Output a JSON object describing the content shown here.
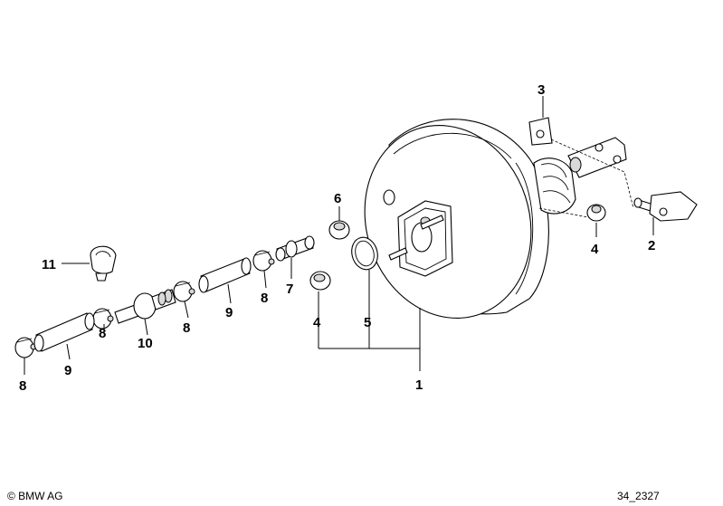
{
  "callouts": {
    "p1": "1",
    "p2": "2",
    "p3": "3",
    "p4a": "4",
    "p4b": "4",
    "p5": "5",
    "p6": "6",
    "p7": "7",
    "p8a": "8",
    "p8b": "8",
    "p8c": "8",
    "p8d": "8",
    "p9a": "9",
    "p9b": "9",
    "p10": "10",
    "p11": "11"
  },
  "footer": {
    "copyright": "© BMW AG",
    "drawing_number": "34_2327"
  }
}
